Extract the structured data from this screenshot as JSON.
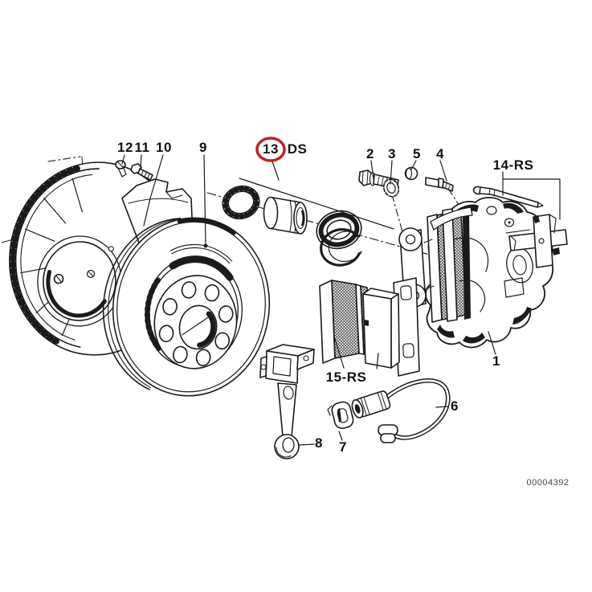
{
  "diagram": {
    "drawing_number": "00004392",
    "highlight_color": "#c42127",
    "highlighted_callout": "13",
    "callouts": {
      "c1": "1",
      "c2": "2",
      "c3": "3",
      "c4": "4",
      "c5": "5",
      "c6": "6",
      "c7": "7",
      "c8": "8",
      "c9": "9",
      "c10": "10",
      "c11": "11",
      "c12": "12",
      "c13": "13",
      "c13_suffix": "DS",
      "c14": "14-RS",
      "c15": "15-RS"
    }
  }
}
